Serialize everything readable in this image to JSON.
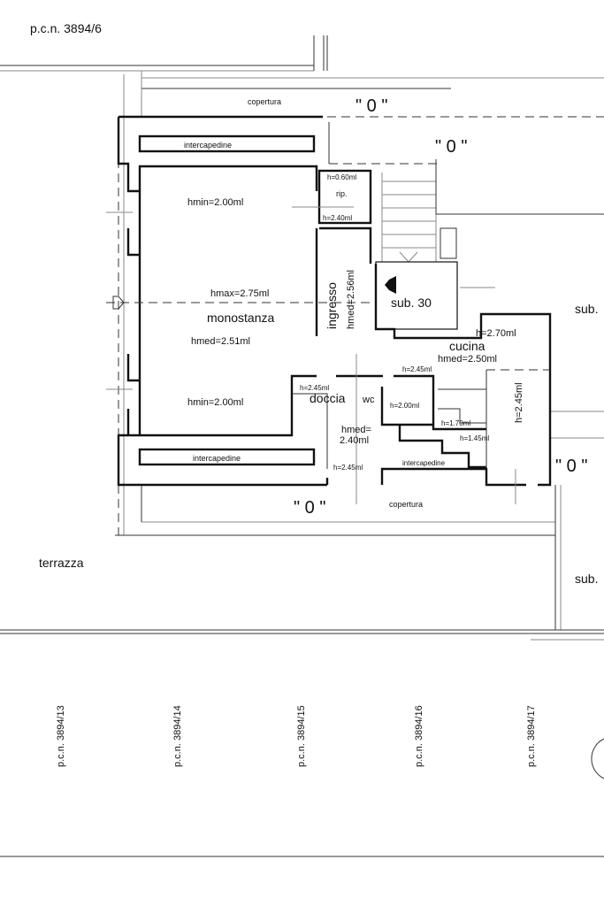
{
  "parcels": {
    "top": "p.c.n. 3894/6",
    "bottom": [
      "p.c.n. 3894/13",
      "p.c.n. 3894/14",
      "p.c.n. 3894/15",
      "p.c.n. 3894/16",
      "p.c.n. 3894/17"
    ]
  },
  "labels": {
    "copertura_top": "copertura",
    "copertura_bottom": "copertura",
    "zero_1": "\" 0 \"",
    "zero_2": "\" 0 \"",
    "zero_3": "\" 0 \"",
    "zero_4": "\" 0 \"",
    "intercapedine_top": "intercapedine",
    "intercapedine_bottom": "intercapedine",
    "intercapedine_small": "intercapedine",
    "terrazza": "terrazza",
    "sub_right_1": "sub.",
    "sub_right_2": "sub.",
    "sub30": "sub. 30"
  },
  "rooms": {
    "monostanza": {
      "name": "monostanza",
      "hmin_top": "hmin=2.00ml",
      "hmax": "hmax=2.75ml",
      "hmed": "hmed=2.51ml",
      "hmin_bottom": "hmin=2.00ml"
    },
    "rip": {
      "name": "rip.",
      "h_top": "h=0.60ml",
      "h_bottom": "h=2.40ml"
    },
    "ingresso": {
      "name": "ingresso",
      "hmed": "hmed=2.56ml"
    },
    "cucina": {
      "name": "cucina",
      "h": "h=2.70ml",
      "hmed": "hmed=2.50ml",
      "h_side": "h=2.45ml",
      "h_door": "h=2.45ml",
      "h_step1": "h=1.70ml",
      "h_step2": "h=1.45ml"
    },
    "doccia": {
      "name": "doccia",
      "h": "h=2.45ml"
    },
    "wc": {
      "name": "wc",
      "h": "h=2.00ml"
    },
    "bath_area": {
      "hmed_1": "hmed=",
      "hmed_2": "2.40ml",
      "h_bottom": "h=2.45ml"
    }
  }
}
